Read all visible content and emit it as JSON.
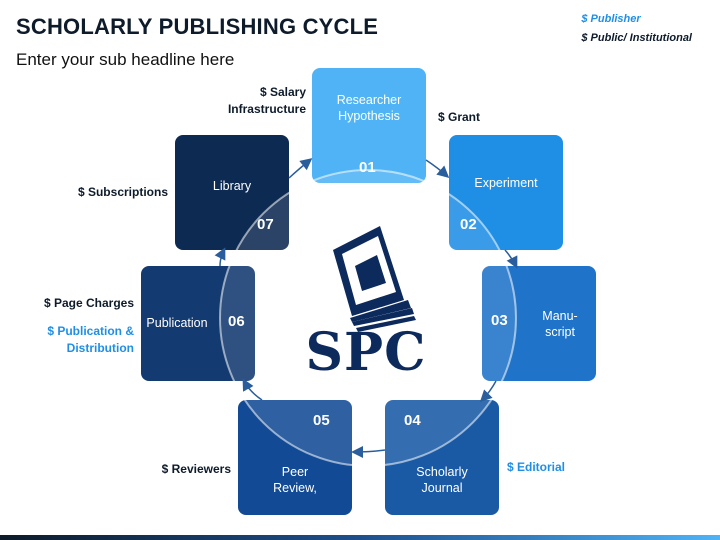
{
  "title": "SCHOLARLY PUBLISHING CYCLE",
  "subtitle": "Enter your sub headline here",
  "legend": {
    "publisher": "$ Publisher",
    "public": "$ Public/ Institutional"
  },
  "logo_text": "SPC",
  "steps": [
    {
      "num": "01",
      "label_lines": [
        "Researcher",
        "Hypothesis"
      ],
      "color": "#4fb3f6"
    },
    {
      "num": "02",
      "label_lines": [
        "Experiment"
      ],
      "color": "#1f8fe6"
    },
    {
      "num": "03",
      "label_lines": [
        "Manu-",
        "script"
      ],
      "color": "#1f73c9"
    },
    {
      "num": "04",
      "label_lines": [
        "Scholarly",
        "Journal"
      ],
      "color": "#1a5aa5"
    },
    {
      "num": "05",
      "label_lines": [
        "Peer",
        "Review,"
      ],
      "color": "#124a96"
    },
    {
      "num": "06",
      "label_lines": [
        "Publication"
      ],
      "color": "#133a71"
    },
    {
      "num": "07",
      "label_lines": [
        "Library"
      ],
      "color": "#0d2a52"
    }
  ],
  "annotations": {
    "salary": [
      "$ Salary",
      "Infrastructure"
    ],
    "grant": "$ Grant",
    "subscriptions": "$ Subscriptions",
    "page_charges": "$ Page Charges",
    "pub_dist": [
      "$ Publication &",
      "Distribution"
    ],
    "reviewers": "$ Reviewers",
    "editorial": "$ Editorial"
  }
}
